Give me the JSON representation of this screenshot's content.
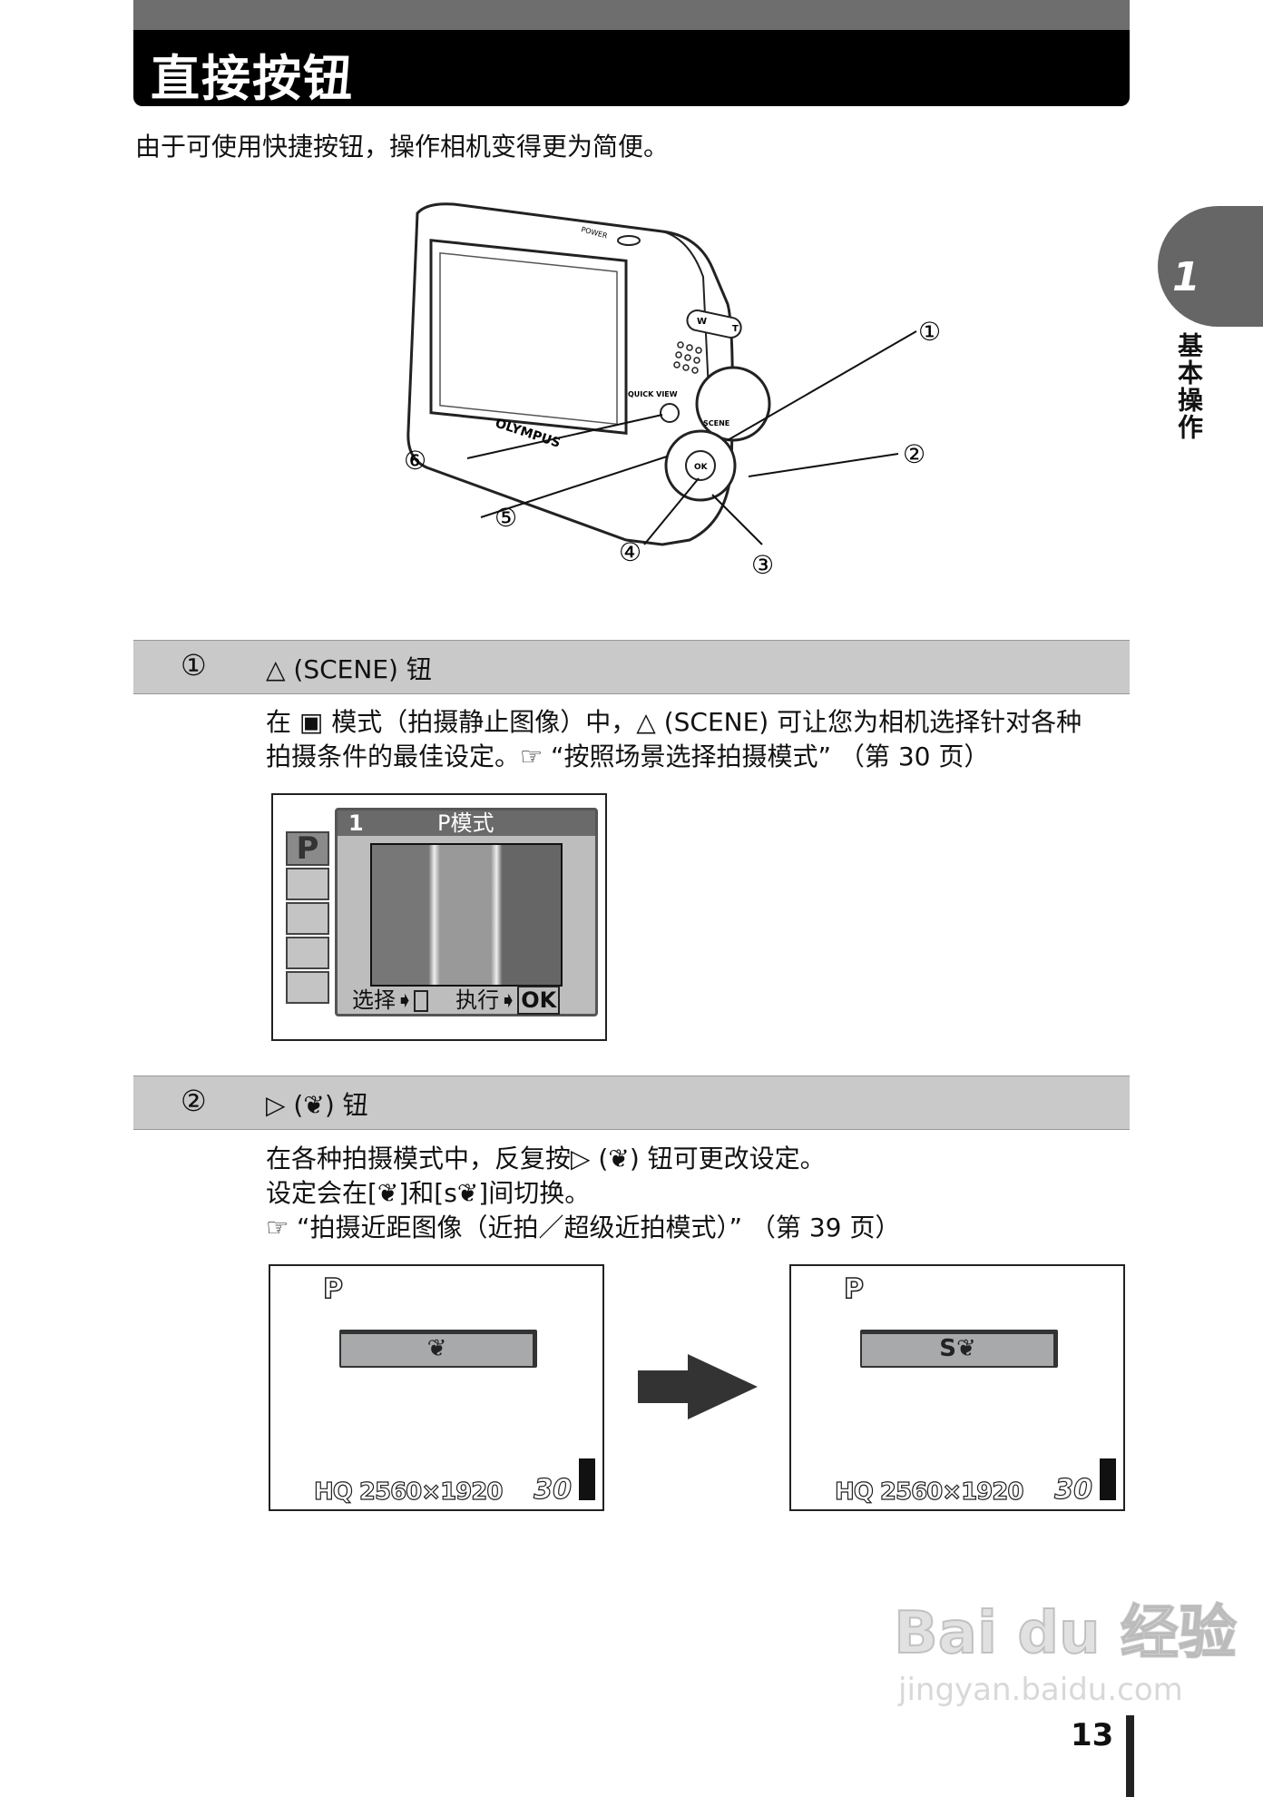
{
  "header": {
    "title": "直接按钮"
  },
  "intro": "由于可使用快捷按钮，操作相机变得更为简便。",
  "side_tab": {
    "chapter": "1",
    "label": "基本操作"
  },
  "camera": {
    "brand": "OLYMPUS",
    "labels": [
      "POWER",
      "QUICK VIEW",
      "SCENE",
      "OK",
      "W",
      "T"
    ],
    "callouts": [
      "①",
      "②",
      "③",
      "④",
      "⑤",
      "⑥"
    ]
  },
  "sections": [
    {
      "number": "①",
      "label": "△ (SCENE) 钮",
      "lines": [
        "在 ▣ 模式（拍摄静止图像）中，△ (SCENE) 可让您为相机选择针对各种",
        "拍摄条件的最佳设定。☞ “按照场景选择拍摄模式” （第 30 页）"
      ],
      "screen": {
        "index": "1",
        "mode": "P模式",
        "select": "选择➧",
        "execute": "执行➧",
        "ok": "OK",
        "tab_p": "P"
      }
    },
    {
      "number": "②",
      "label": "▷ (❦) 钮",
      "lines": [
        "在各种拍摄模式中，反复按▷ (❦) 钮可更改设定。",
        "设定会在[❦]和[s❦]间切换。",
        "☞ “拍摄近距图像（近拍／超级近拍模式）” （第 39 页）"
      ],
      "screens": [
        {
          "mode": "P",
          "setting": "❦",
          "quality": "HQ  2560×1920",
          "count": "30"
        },
        {
          "mode": "P",
          "setting": "S❦",
          "quality": "HQ  2560×1920",
          "count": "30"
        }
      ]
    }
  ],
  "page_number": "13",
  "watermark": {
    "text": "Bai du 经验",
    "url_text": "jingyan.baidu.com"
  }
}
